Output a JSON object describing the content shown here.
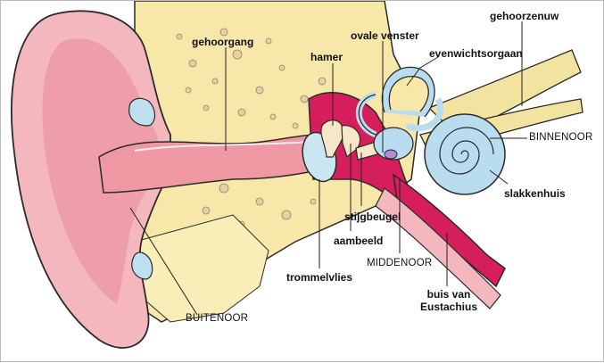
{
  "labels": {
    "gehoorgang": "gehoorgang",
    "hamer": "hamer",
    "ovale_venster": "ovale venster",
    "evenwichtsorgaan": "evenwichtsorgaan",
    "gehoorzenuw": "gehoorzenuw",
    "binnenoor": "BINNENOOR",
    "slakkenhuis": "slakkenhuis",
    "stijgbeugel": "stijgbeugel",
    "aambeeld": "aambeeld",
    "middenoor": "MIDDENOOR",
    "trommelvlies": "trommelvlies",
    "buis_van": "buis van",
    "eustachius": "Eustachius",
    "buitenoor": "BUITENOOR"
  },
  "colors": {
    "outer_ear": "#f4b7be",
    "outer_ear_dark": "#e88b97",
    "canal": "#ee98a4",
    "bone": "#f7e7a8",
    "bone_spots": "#e0c9a2",
    "middle_ear": "#d61e5c",
    "inner_ear": "#b9dcef",
    "nerve": "#f3e3a0",
    "outline": "#2b2b2b"
  }
}
